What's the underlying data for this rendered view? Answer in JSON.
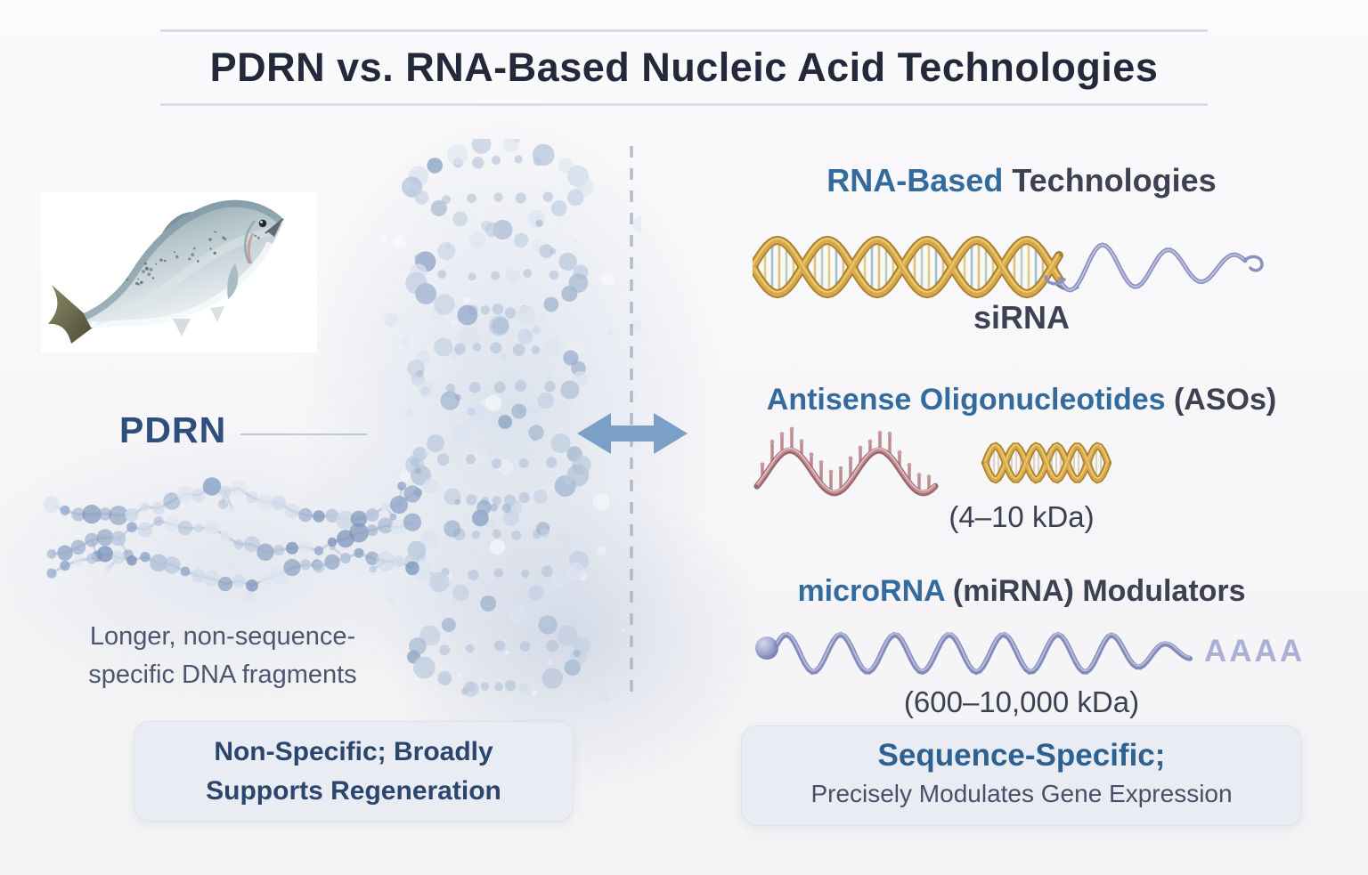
{
  "title": "PDRN vs. RNA-Based Nucleic Acid Technologies",
  "left_panel": {
    "label": "PDRN",
    "description": [
      "Longer, non-sequence-",
      "specific DNA fragments"
    ],
    "summary_box": [
      "Non-Specific; Broadly",
      "Supports Regeneration"
    ]
  },
  "right_panel": {
    "heading": {
      "accent": "RNA-Based",
      "rest": " Technologies"
    },
    "sirna_label": "siRNA",
    "aso_heading": {
      "accent": "Antisense Oligonucleotides",
      "rest": " (ASOs)"
    },
    "aso_size": "(4–10 kDa)",
    "mirna_heading": {
      "accent": "microRNA",
      "rest": " (miRNA) Modulators"
    },
    "mirna_size": "(600–10,000 kDa)",
    "poly_a_tail": "AAAA",
    "summary_box_title": "Sequence-Specific;",
    "summary_box_subtitle": "Precisely Modulates Gene Expression"
  },
  "colors": {
    "title_navy": "#23283a",
    "accent_blue": "#336b9e",
    "heading_dark": "#3c4254",
    "pdrn_blue": "#2e4e7b",
    "left_box_text": "#2b466e",
    "right_box_title": "#2d6191",
    "box_background": "#e9ecf2",
    "arrow_blue": "#7ba0c8",
    "divider_grey": "#a9b0c5",
    "gold_strand": "#d9a84a",
    "purple_strand": "#8289bb",
    "pink_strand": "#b4787e"
  }
}
